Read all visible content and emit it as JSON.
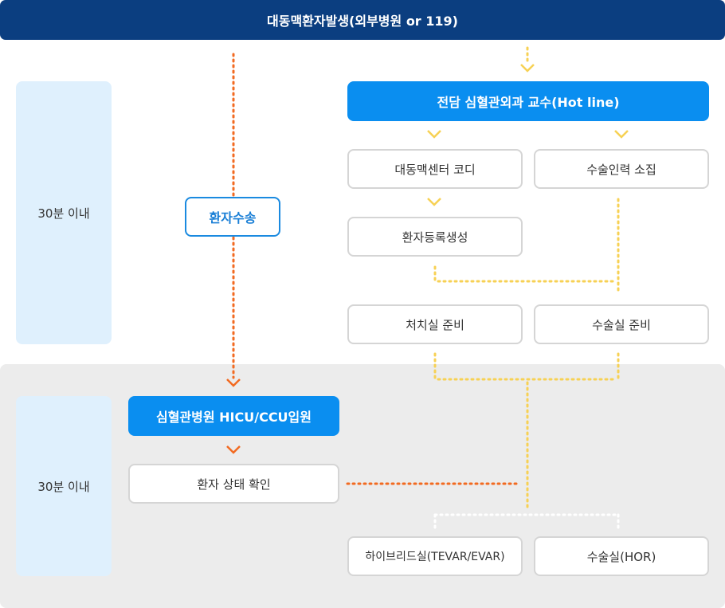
{
  "header": {
    "title": "대동맥환자발생(외부병원 or 119)"
  },
  "time_labels": {
    "first": "30분 이내",
    "second": "30분 이내"
  },
  "transport": {
    "label": "환자수송"
  },
  "hotline": {
    "label": "전담 심혈관외과 교수(Hot line)"
  },
  "steps": {
    "aorta_center_code": "대동맥센터 코디",
    "surgery_staff": "수술인력 소집",
    "patient_register": "환자등록생성",
    "treatment_room_prep": "처치실 준비",
    "operating_room_prep": "수술실 준비",
    "admission": "심혈관병원 HICU/CCU입원",
    "status_check": "환자 상태 확인",
    "hybrid_room": "하이브리드실(TEVAR/EVAR)",
    "operating_room": "수술실(HOR)"
  },
  "colors": {
    "navy": "#0b3e80",
    "blue": "#0a8ef0",
    "light_blue": "#dff0fd",
    "orange": "#f26a21",
    "yellow": "#f7d154"
  }
}
